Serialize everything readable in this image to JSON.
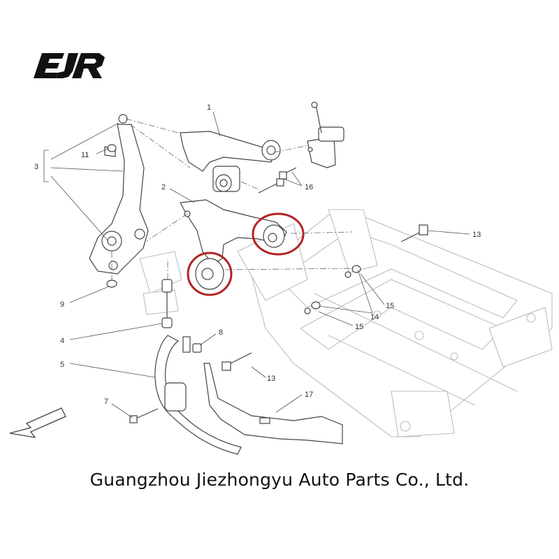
{
  "logo": {
    "text": "EJR",
    "icon": "ejr-logo-icon"
  },
  "company_name": "Guangzhou Jiezhongyu Auto Parts Co., Ltd.",
  "callouts": [
    {
      "id": "c1",
      "label": "1"
    },
    {
      "id": "c2",
      "label": "2"
    },
    {
      "id": "c3",
      "label": "3"
    },
    {
      "id": "c4",
      "label": "4"
    },
    {
      "id": "c5",
      "label": "5"
    },
    {
      "id": "c7",
      "label": "7"
    },
    {
      "id": "c8",
      "label": "8"
    },
    {
      "id": "c9",
      "label": "9"
    },
    {
      "id": "c11",
      "label": "11"
    },
    {
      "id": "c13a",
      "label": "13"
    },
    {
      "id": "c13b",
      "label": "13"
    },
    {
      "id": "c14",
      "label": "14"
    },
    {
      "id": "c15a",
      "label": "15"
    },
    {
      "id": "c15b",
      "label": "15"
    },
    {
      "id": "c16",
      "label": "16"
    },
    {
      "id": "c17",
      "label": "17"
    }
  ],
  "highlight_color": "#b22222",
  "direction_arrow_icon": "front-direction-arrow-icon"
}
